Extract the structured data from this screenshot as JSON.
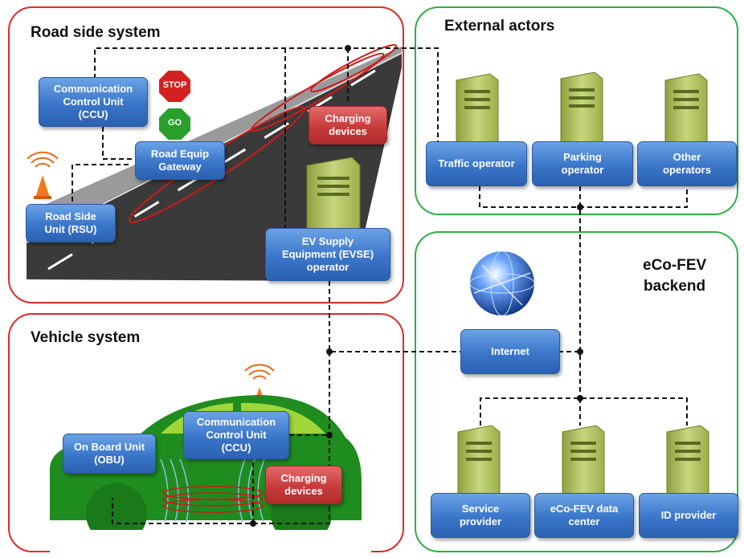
{
  "panels": {
    "road_side": "Road side system",
    "external": "External actors",
    "backend": "eCo-FEV\nbackend",
    "vehicle": "Vehicle system"
  },
  "signs": {
    "stop": "STOP",
    "go": "GO"
  },
  "boxes": {
    "ccu_road": "Communication\nControl Unit\n(CCU)",
    "road_equip": "Road Equip\nGateway",
    "charging_road": "Charging\ndevices",
    "rsu": "Road Side\nUnit (RSU)",
    "evse": "EV Supply\nEquipment (EVSE)\noperator",
    "traffic": "Traffic operator",
    "parking": "Parking\noperator",
    "other": "Other\noperators",
    "internet": "Internet",
    "service": "Service\nprovider",
    "datacenter": "eCo-FEV data\ncenter",
    "idprovider": "ID provider",
    "obu": "On Board Unit\n(OBU)",
    "ccu_vehicle": "Communication\nControl Unit\n(CCU)",
    "charging_vehicle": "Charging\ndevices"
  },
  "colors": {
    "road_panel_border": "#e02a2a",
    "green_panel_border": "#2fae4a",
    "box_blue": "#3a76c9",
    "box_red": "#c83b3b",
    "server": "#b5c96a",
    "car": "#1f8c1f",
    "road": "#3a3a3a"
  }
}
